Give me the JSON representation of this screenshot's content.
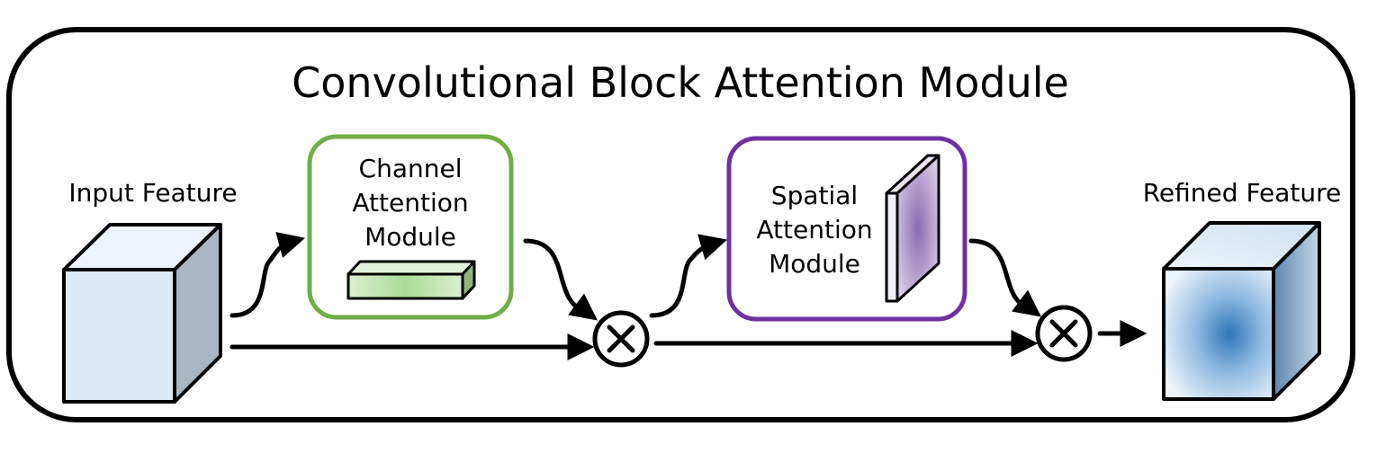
{
  "title": "Convolutional Block Attention Module",
  "input_label": "Input Feature",
  "output_label": "Refined Feature",
  "channel_module": {
    "line1": "Channel",
    "line2": "Attention",
    "line3": "Module"
  },
  "spatial_module": {
    "line1": "Spatial",
    "line2": "Attention",
    "line3": "Module"
  },
  "multiply_symbol": "⊗",
  "colors": {
    "frame": "#000000",
    "channel_border": "#70ad47",
    "spatial_border": "#7030a0",
    "input_cube_front": "#dce9f6",
    "input_cube_side": "#aab6c2",
    "refined_cube_center": "#2e75b6",
    "channel_bar": "#b7e0a5",
    "spatial_plate": "#9a7fb8"
  }
}
